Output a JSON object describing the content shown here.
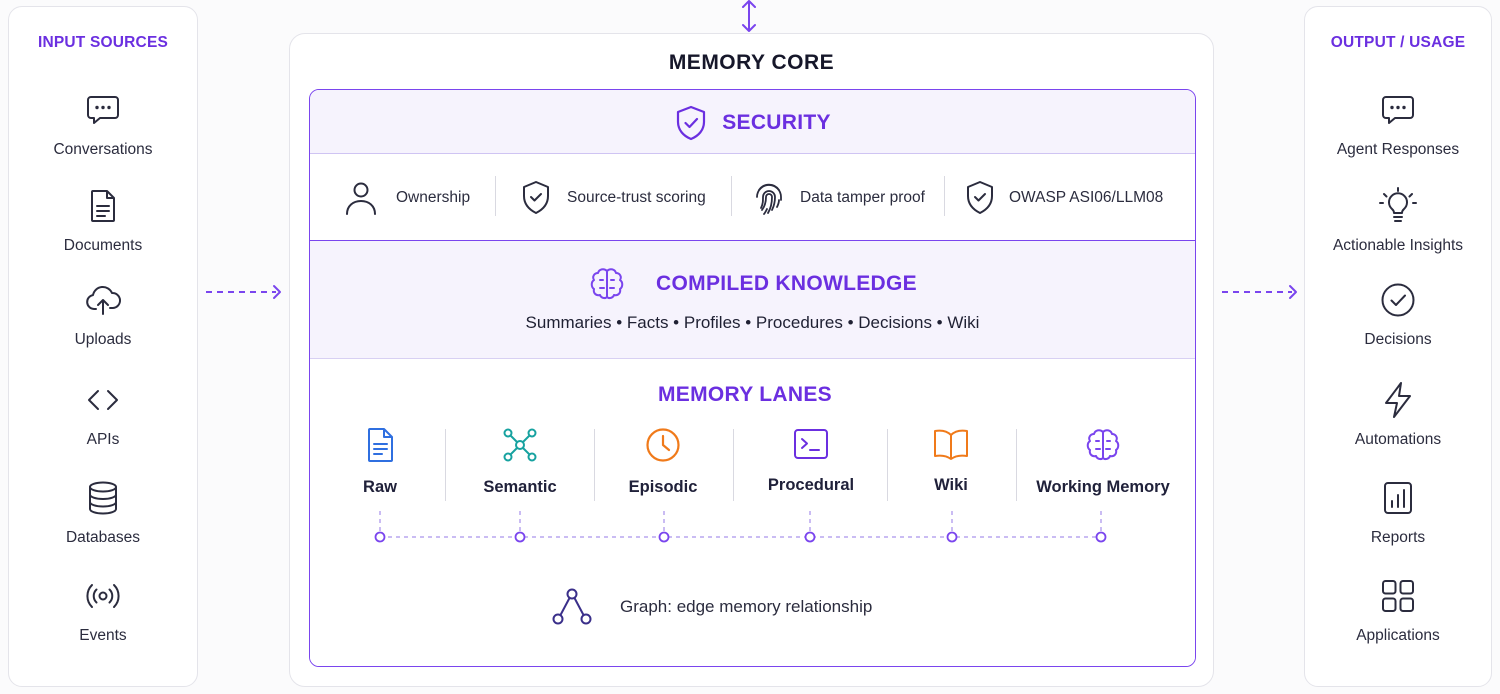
{
  "input_sources": {
    "title": "INPUT SOURCES",
    "items": [
      {
        "label": "Conversations",
        "icon": "chat-bubble-icon"
      },
      {
        "label": "Documents",
        "icon": "document-icon"
      },
      {
        "label": "Uploads",
        "icon": "cloud-upload-icon"
      },
      {
        "label": "APIs",
        "icon": "code-brackets-icon"
      },
      {
        "label": "Databases",
        "icon": "database-icon"
      },
      {
        "label": "Events",
        "icon": "broadcast-icon"
      }
    ]
  },
  "memory_core": {
    "title": "MEMORY CORE",
    "security": {
      "title": "SECURITY",
      "items": [
        {
          "label": "Ownership",
          "icon": "user-icon"
        },
        {
          "label": "Source-trust scoring",
          "icon": "shield-check-icon"
        },
        {
          "label": "Data tamper proof",
          "icon": "fingerprint-icon"
        },
        {
          "label": "OWASP ASI06/LLM08",
          "icon": "shield-check-icon"
        }
      ]
    },
    "compiled_knowledge": {
      "title": "COMPILED KNOWLEDGE",
      "subtitle": "Summaries • Facts • Profiles • Procedures • Decisions • Wiki"
    },
    "memory_lanes": {
      "title": "MEMORY LANES",
      "lanes": [
        {
          "label": "Raw",
          "icon": "file-icon",
          "color": "#2f6fe0"
        },
        {
          "label": "Semantic",
          "icon": "network-icon",
          "color": "#17a2a0"
        },
        {
          "label": "Episodic",
          "icon": "clock-icon",
          "color": "#f07a1a"
        },
        {
          "label": "Procedural",
          "icon": "terminal-icon",
          "color": "#6b2fe0"
        },
        {
          "label": "Wiki",
          "icon": "book-icon",
          "color": "#f07a1a"
        },
        {
          "label": "Working Memory",
          "icon": "brain-icon",
          "color": "#7a45ee"
        }
      ],
      "graph_label": "Graph: edge memory relationship"
    }
  },
  "output_usage": {
    "title": "OUTPUT / USAGE",
    "items": [
      {
        "label": "Agent Responses",
        "icon": "chat-bubble-icon"
      },
      {
        "label": "Actionable Insights",
        "icon": "lightbulb-icon"
      },
      {
        "label": "Decisions",
        "icon": "check-circle-icon"
      },
      {
        "label": "Automations",
        "icon": "lightning-icon"
      },
      {
        "label": "Reports",
        "icon": "bar-chart-icon"
      },
      {
        "label": "Applications",
        "icon": "app-grid-icon"
      }
    ]
  },
  "colors": {
    "accent": "#6b2fe0",
    "text": "#1f2033"
  }
}
